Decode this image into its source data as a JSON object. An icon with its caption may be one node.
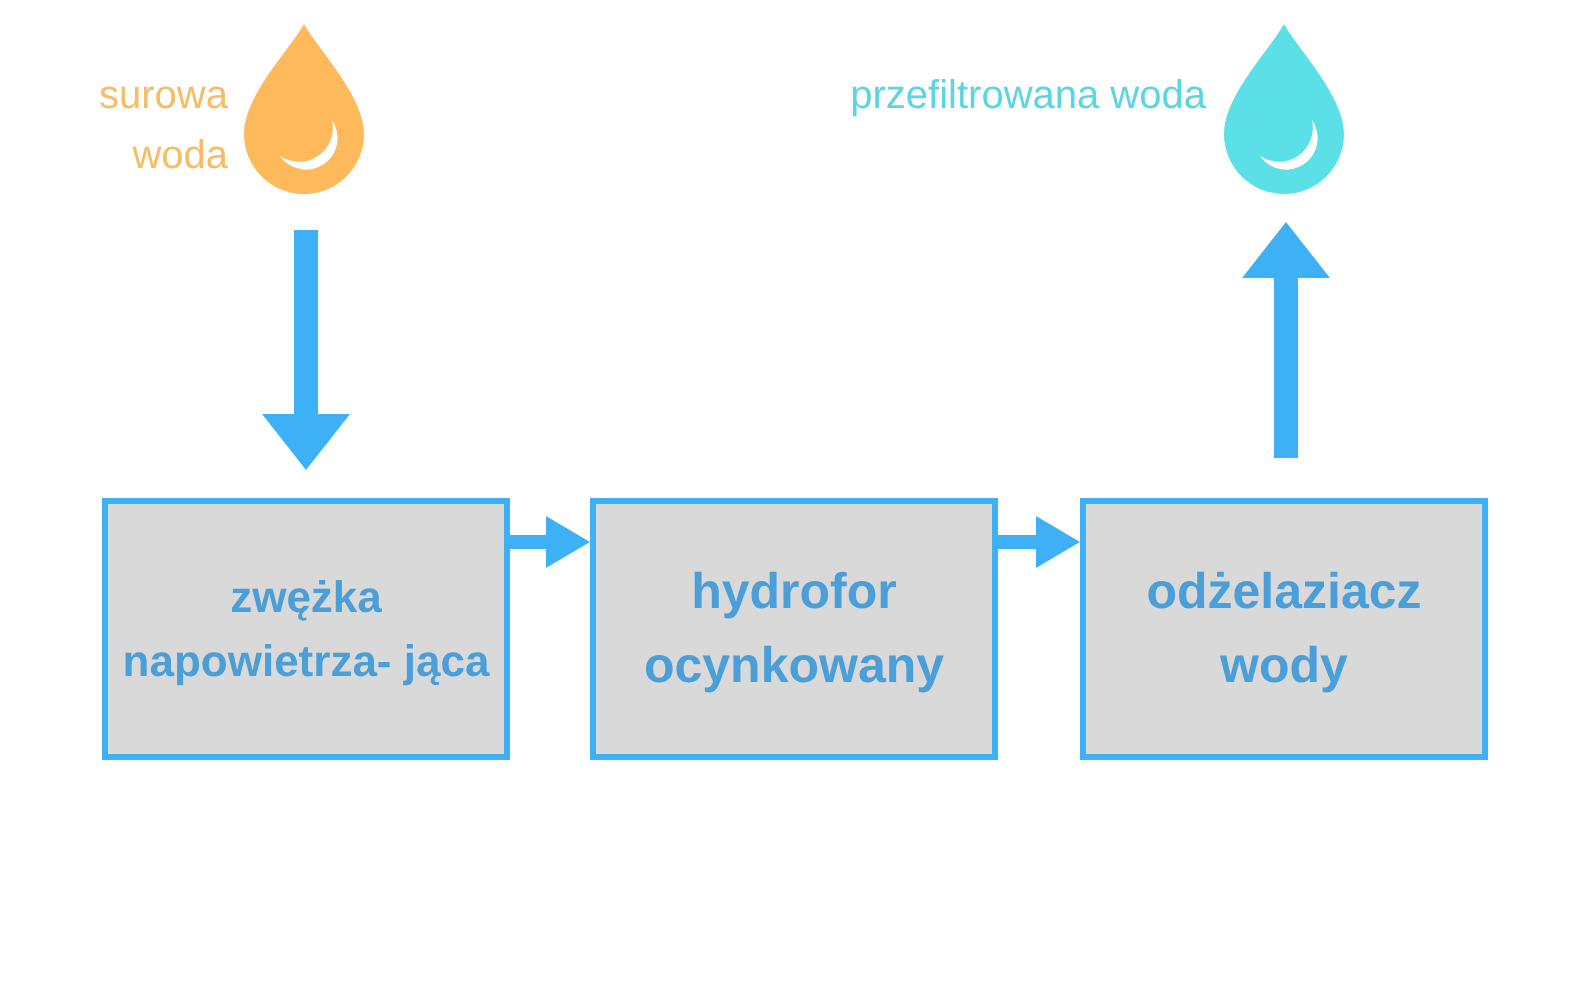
{
  "diagram": {
    "nodes": [
      {
        "text": [],
        "shape": "drop",
        "beside": [
          "surowa woda"
        ]
      },
      {
        "text": [
          "zwężka napowietrza- jąca"
        ]
      },
      {
        "text": [
          "hydrofor ocynkowany"
        ]
      },
      {
        "text": [
          "odżelaziacz wody"
        ]
      },
      {
        "text": [],
        "shape": "drop",
        "beside": [
          "przefiltrowana woda"
        ]
      }
    ],
    "edges": [
      {
        "from": 0,
        "to": 1,
        "arrow": "to"
      },
      {
        "from": 1,
        "to": 2,
        "arrow": "to"
      },
      {
        "from": 2,
        "to": 3,
        "arrow": "to"
      },
      {
        "from": 3,
        "to": 4,
        "arrow": "to"
      }
    ]
  }
}
